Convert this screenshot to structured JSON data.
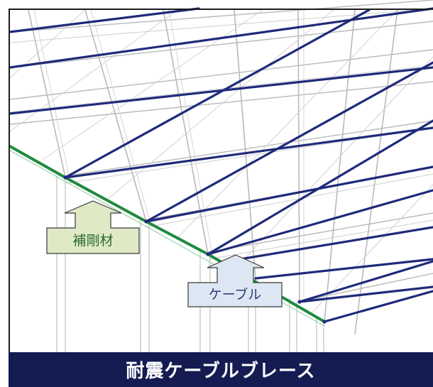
{
  "labels": {
    "reinforcement": "補剛材",
    "cable": "ケーブル"
  },
  "title": "耐震ケーブルブレース",
  "colors": {
    "cable": "#1f2a7a",
    "reinforcement": "#1f8a3e",
    "frame_line": "#b9b9b9",
    "title_bar": "#141c52",
    "reinforcement_callout_fill": "#dfe9c6",
    "cable_callout_fill": "#dde7f3"
  }
}
